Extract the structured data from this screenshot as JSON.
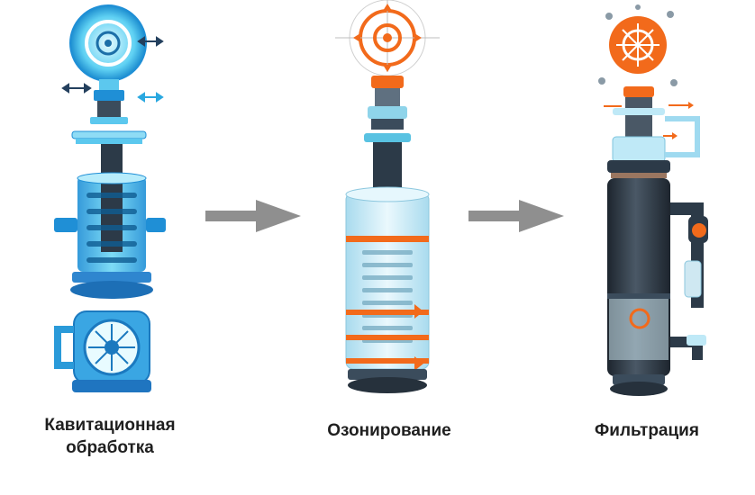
{
  "stages": [
    {
      "label_line1": "Кавитационная",
      "label_line2": "обработка"
    },
    {
      "label_line1": "Озонирование"
    },
    {
      "label_line1": "Фильтрация"
    }
  ],
  "arrows": [
    {
      "icon": "arrow-right-icon",
      "color": "#8f8f8f"
    },
    {
      "icon": "arrow-right-icon",
      "color": "#8f8f8f"
    }
  ],
  "colors": {
    "cavitation_blue": "#29b6e8",
    "accent_orange": "#f26a1b",
    "dark_body": "#2f3a46",
    "glass": "#cfeef8"
  }
}
